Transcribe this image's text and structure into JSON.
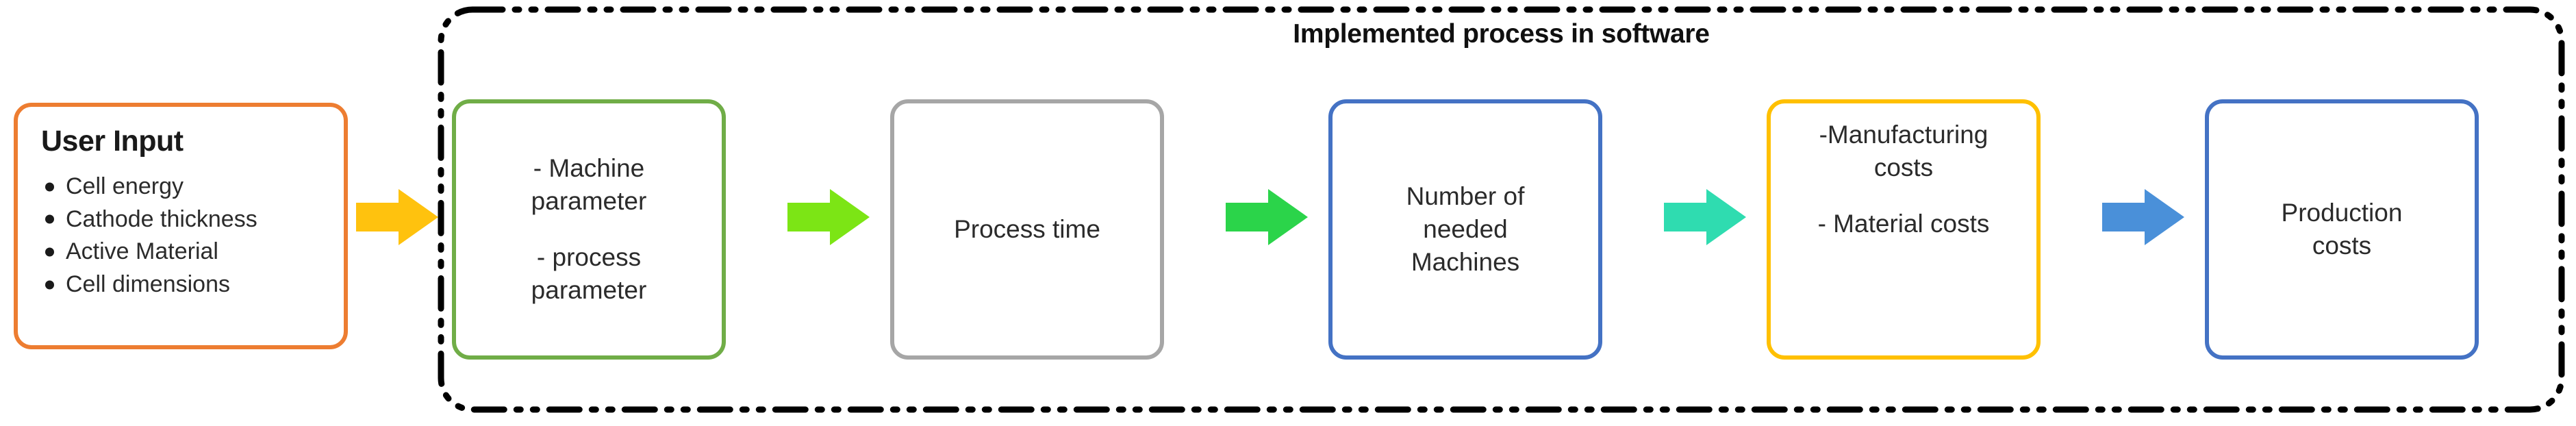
{
  "user_input": {
    "title": "User Input",
    "items": [
      "Cell energy",
      "Cathode thickness",
      "Active Material",
      "Cell dimensions"
    ],
    "border_color": "#ED7D31"
  },
  "implemented": {
    "title": "Implemented process in software",
    "border_style": "dash-dot-dot",
    "border_color": "#000000"
  },
  "flow": {
    "boxes": [
      {
        "id": "machine-parameter",
        "lines": [
          "- Machine",
          "parameter",
          "",
          "- process",
          "parameter"
        ],
        "line1": "- Machine",
        "line2": "parameter",
        "line3": "- process",
        "line4": "parameter",
        "border_color": "#70AD47",
        "align": "center"
      },
      {
        "id": "process-time",
        "line1": "Process time",
        "border_color": "#A6A6A6",
        "align": "center"
      },
      {
        "id": "needed-machines",
        "line1": "Number of",
        "line2": "needed",
        "line3": "Machines",
        "border_color": "#4472C4",
        "align": "center"
      },
      {
        "id": "costs",
        "line1": "-Manufacturing",
        "line2": "costs",
        "line3": "- Material costs",
        "border_color": "#FFC000",
        "align": "top"
      },
      {
        "id": "production-costs",
        "line1": "Production",
        "line2": "costs",
        "border_color": "#4472C4",
        "align": "center"
      }
    ],
    "arrows": [
      {
        "id": "arrow-1",
        "color": "#FFC20E",
        "direction": "right"
      },
      {
        "id": "arrow-2",
        "color": "#7CE515",
        "direction": "right"
      },
      {
        "id": "arrow-3",
        "color": "#2BD44A",
        "direction": "right"
      },
      {
        "id": "arrow-4",
        "color": "#2FDCB0",
        "direction": "right"
      },
      {
        "id": "arrow-5",
        "color": "#4A90D9",
        "direction": "right"
      }
    ]
  }
}
